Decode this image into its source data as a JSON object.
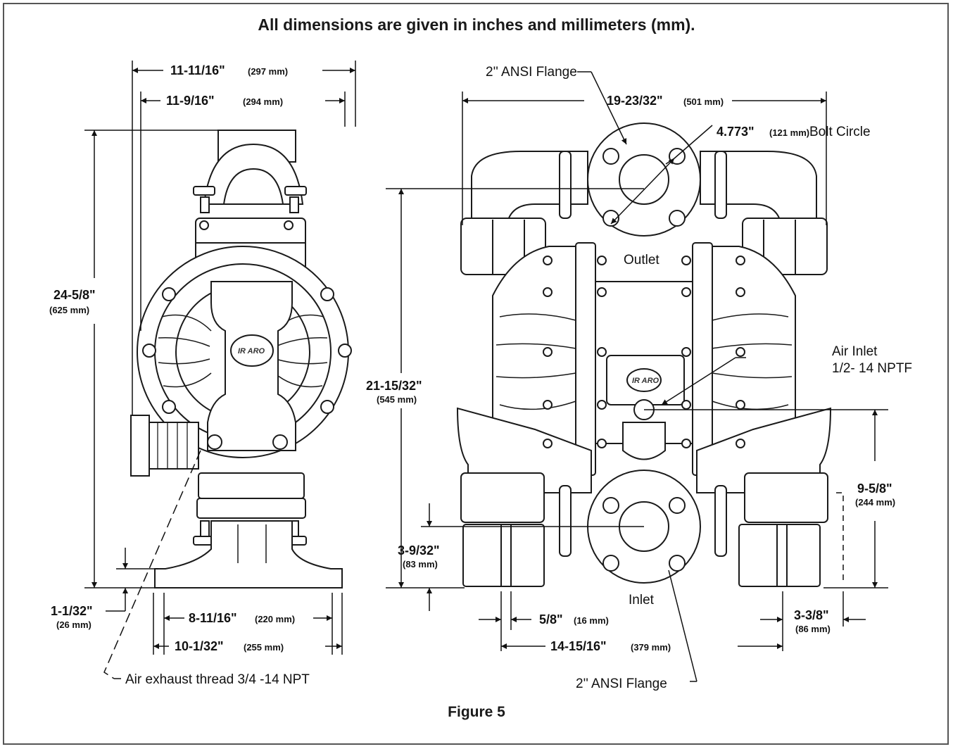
{
  "title": "All dimensions are given in inches and millimeters (mm).",
  "figure_caption": "Figure 5",
  "side_view": {
    "overall_width_1": {
      "in": "11-11/16\"",
      "mm": "(297 mm)"
    },
    "overall_width_2": {
      "in": "11-9/16\"",
      "mm": "(294 mm)"
    },
    "height": {
      "in": "24-5/8\"",
      "mm": "(625 mm)"
    },
    "base_thickness": {
      "in": "1-1/32\"",
      "mm": "(26 mm)"
    },
    "bolt_spacing": {
      "in": "8-11/16\"",
      "mm": "(220 mm)"
    },
    "base_width": {
      "in": "10-1/32\"",
      "mm": "(255 mm)"
    },
    "air_exhaust_label": "Air exhaust thread 3/4 -14 NPT"
  },
  "front_view": {
    "top_flange_label": "2'' ANSI Flange",
    "overall_width": {
      "in": "19-23/32\"",
      "mm": "(501 mm)"
    },
    "bolt_circle": {
      "in": "4.773\"",
      "mm": "(121 mm)",
      "label": "Bolt Circle"
    },
    "outlet_label": "Outlet",
    "air_inlet_label_1": "Air Inlet",
    "air_inlet_label_2": "1/2- 14 NPTF",
    "outlet_height": {
      "in": "21-15/32\"",
      "mm": "(545 mm)"
    },
    "air_inlet_height": {
      "in": "9-5/8\"",
      "mm": "(244 mm)"
    },
    "inlet_height": {
      "in": "3-9/32\"",
      "mm": "(83 mm)"
    },
    "inlet_label": "Inlet",
    "foot_offset": {
      "in": "5/8\"",
      "mm": "(16 mm)"
    },
    "foot_side": {
      "in": "3-3/8\"",
      "mm": "(86 mm)"
    },
    "bolt_span": {
      "in": "14-15/16\"",
      "mm": "(379 mm)"
    },
    "bottom_flange_label": "2'' ANSI Flange"
  },
  "logo_text": "IR ARO",
  "colors": {
    "line": "#1a1a1a",
    "fill": "#ffffff",
    "shade": "#9a9a9a"
  }
}
